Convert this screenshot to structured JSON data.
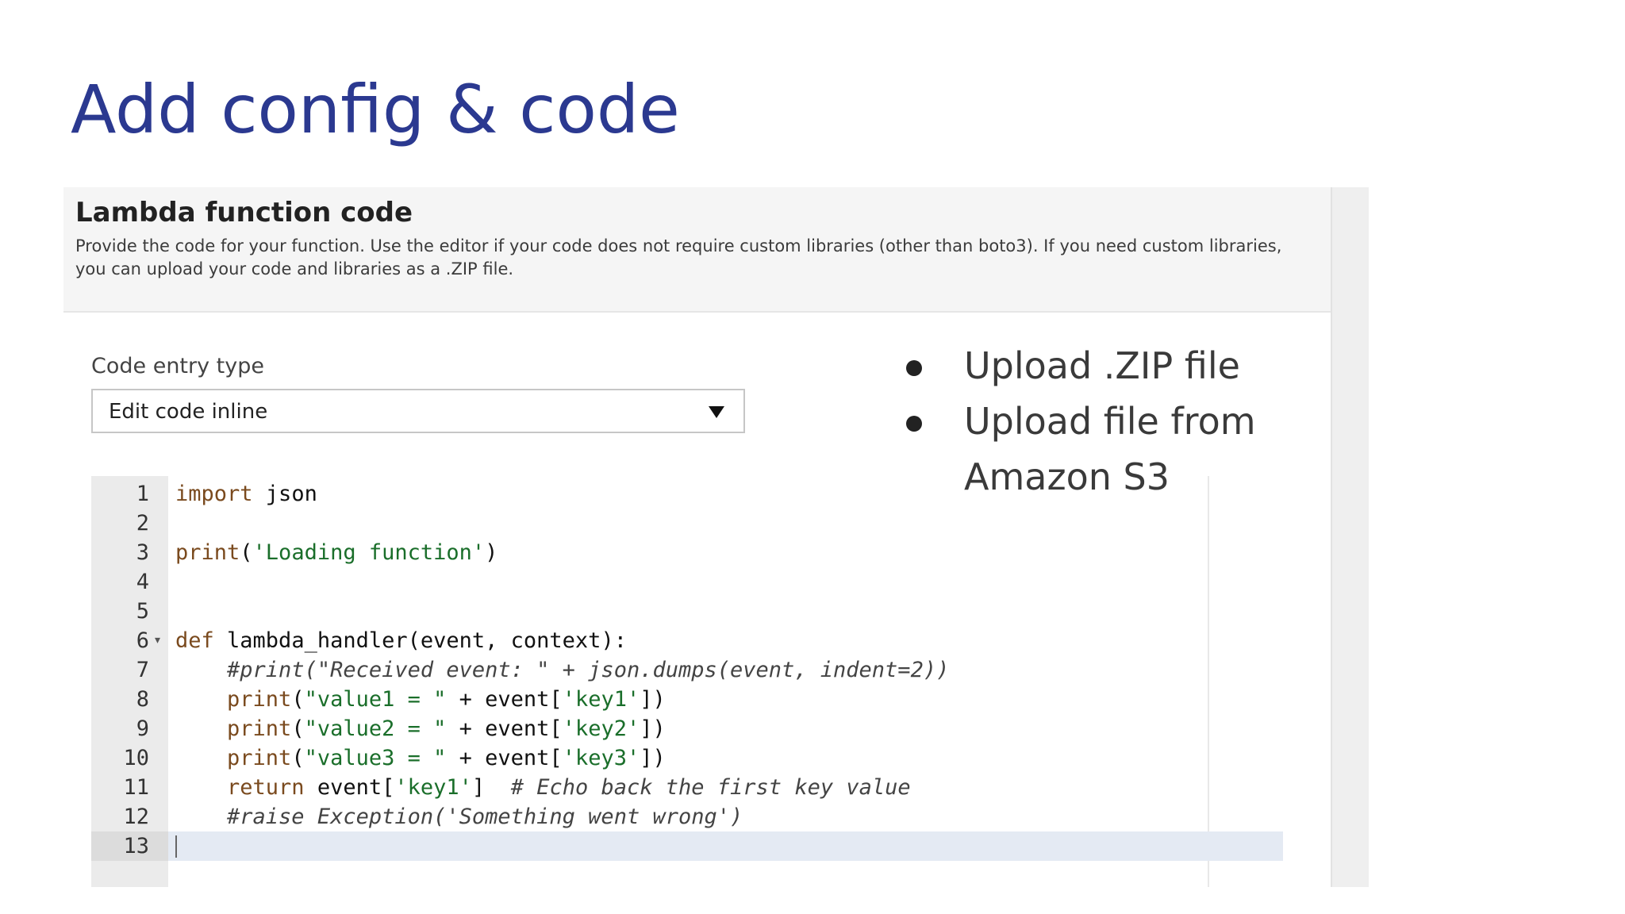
{
  "slide": {
    "title": "Add config & code",
    "bullets": [
      "Upload .ZIP file",
      "Upload file from Amazon S3"
    ]
  },
  "panel": {
    "title": "Lambda function code",
    "description": "Provide the code for your function. Use the editor if your code does not require custom libraries (other than boto3). If you need custom libraries, you can upload your code and libraries as a .ZIP file.",
    "code_entry_label": "Code entry type",
    "code_entry_value": "Edit code inline"
  },
  "editor": {
    "active_line": 13,
    "lines": [
      {
        "n": "1",
        "text": "import json"
      },
      {
        "n": "2",
        "text": ""
      },
      {
        "n": "3",
        "text": "print('Loading function')"
      },
      {
        "n": "4",
        "text": ""
      },
      {
        "n": "5",
        "text": ""
      },
      {
        "n": "6",
        "text": "def lambda_handler(event, context):"
      },
      {
        "n": "7",
        "text": "    #print(\"Received event: \" + json.dumps(event, indent=2))"
      },
      {
        "n": "8",
        "text": "    print(\"value1 = \" + event['key1'])"
      },
      {
        "n": "9",
        "text": "    print(\"value2 = \" + event['key2'])"
      },
      {
        "n": "10",
        "text": "    print(\"value3 = \" + event['key3'])"
      },
      {
        "n": "11",
        "text": "    return event['key1']  # Echo back the first key value"
      },
      {
        "n": "12",
        "text": "    #raise Exception('Something went wrong')"
      },
      {
        "n": "13",
        "text": ""
      }
    ]
  },
  "colors": {
    "title": "#2b3990",
    "keyword": "#7a4a1e",
    "string": "#1a6e2a",
    "comment": "#444444",
    "active_line": "#e4eaf3"
  }
}
